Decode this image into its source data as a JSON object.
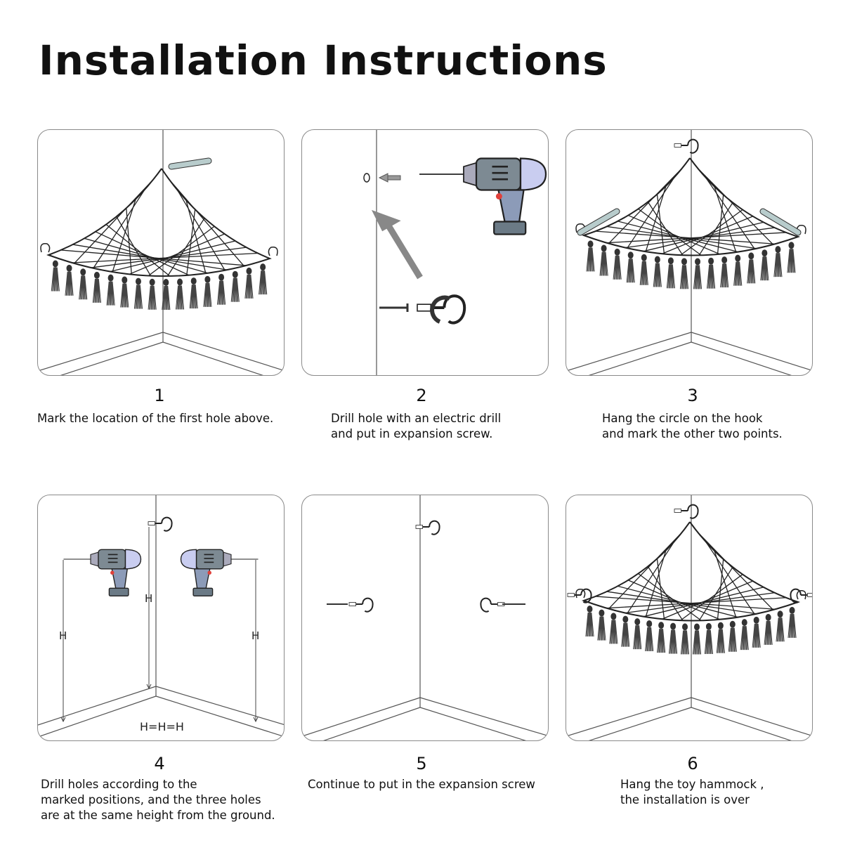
{
  "title": "Installation Instructions",
  "steps": [
    {
      "number": "1",
      "caption": "Mark the location of the first hole above."
    },
    {
      "number": "2",
      "caption": "Drill hole with an electric drill\nand put in expansion screw."
    },
    {
      "number": "3",
      "caption": "Hang the circle on the hook\nand mark the other two points."
    },
    {
      "number": "4",
      "caption": "Drill holes according to the\nmarked positions, and the three holes\nare at the same height from the ground.",
      "labels": {
        "h": "H",
        "equal": "H=H=H"
      }
    },
    {
      "number": "5",
      "caption": "Continue to put in the expansion screw"
    },
    {
      "number": "6",
      "caption": "Hang the toy hammock ,\nthe installation is over"
    }
  ],
  "colors": {
    "drill_body": "#7d8a93",
    "drill_nose": "#c9cdf0",
    "drill_handle": "#8c9bb8",
    "pencil": "#b8cccc",
    "trigger": "#e0403a"
  }
}
